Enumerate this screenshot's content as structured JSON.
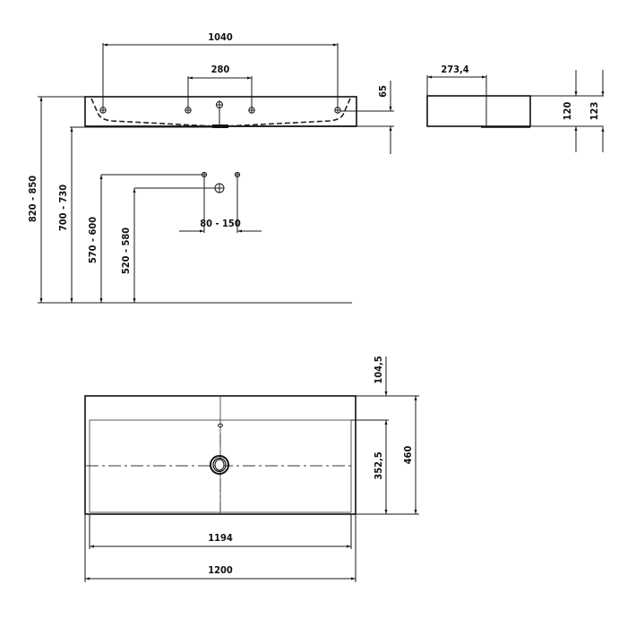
{
  "drawing": {
    "title": "Washbasin technical drawing",
    "views": {
      "front": {
        "dims": {
          "overall_tap_holes": "1040",
          "inner_tap_holes": "280",
          "rim_height": "65",
          "height_total": "820 - 850",
          "height_underside": "700 - 730",
          "height_supply": "570 - 600",
          "height_waste": "520 - 580",
          "supply_spacing": "80 - 150"
        }
      },
      "side": {
        "dims": {
          "depth_offset": "273,4",
          "height_inner": "120",
          "height_outer": "123"
        }
      },
      "top": {
        "dims": {
          "back_offset": "104,5",
          "inner_depth": "352,5",
          "overall_depth": "460",
          "inner_width": "1194",
          "overall_width": "1200"
        }
      }
    }
  }
}
